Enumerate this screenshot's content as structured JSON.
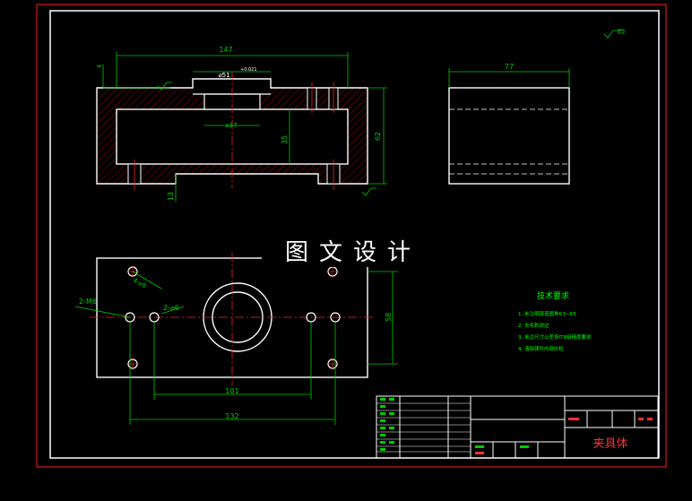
{
  "drawing": {
    "watermark": "图文设计",
    "title_block": {
      "part_name": "夹具体",
      "ratio_label": "比例"
    },
    "tech_requirements": {
      "heading": "技术要求",
      "items": [
        "1. 未注明铸造圆角R3~R5",
        "2. 去毛刺锐边",
        "3. 未注尺寸公差按IT8级精度要求",
        "4. 清除铸件内部砂粒"
      ]
    },
    "dimensions": {
      "top_width": "147",
      "side_width": "77",
      "bore_top": "⌀51",
      "bore_tol": "+0.021",
      "bore_mid": "⌀37",
      "depth": "35",
      "height": "62",
      "base": "13",
      "small_4": "4",
      "holes_m6": "2-M6",
      "holes_phi6": "2-⌀6",
      "holes_phi": "4-⌀8",
      "span_101": "101",
      "span_132": "132",
      "plan_height": "58"
    },
    "colors": {
      "outline": "#ffffff",
      "dimension": "#00cc00",
      "center": "#ff2020",
      "frame": "#ff2020",
      "text_green": "#00ff00",
      "text_red": "#ff3030",
      "hatch": "#cc0000"
    }
  }
}
